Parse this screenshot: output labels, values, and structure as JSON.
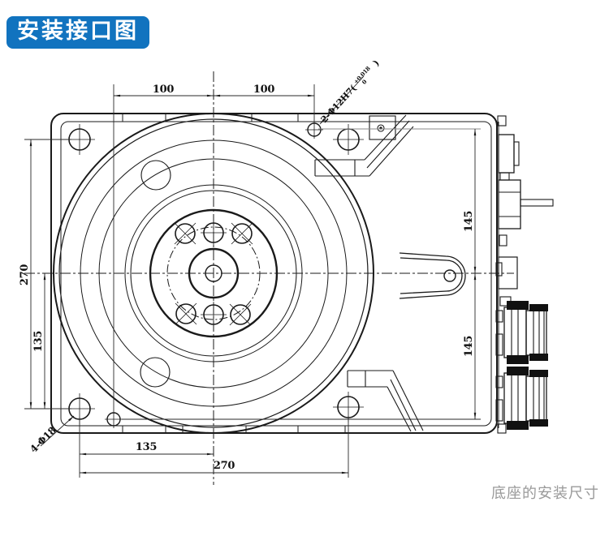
{
  "header": {
    "badge_label": "安装接口图"
  },
  "footer": {
    "caption": "底座的安装尺寸"
  },
  "colors": {
    "badge_bg": "#1173bf",
    "badge_text": "#ffffff",
    "drawing_line": "#1a1a1a",
    "caption_text": "#9a9a9a",
    "gray_extension_line": "#8a8a8a"
  },
  "drawing": {
    "dims": {
      "top_left": "100",
      "top_right": "100",
      "left_overall": "270",
      "left_lower_half": "135",
      "right_upper": "145",
      "right_lower": "145",
      "bottom_half": "135",
      "bottom_overall": "270"
    },
    "callouts": {
      "dowel": {
        "prefix": "2-Φ12H7(",
        "tol_upper": "+0.018",
        "tol_lower": "0",
        "suffix": ")"
      },
      "corner": "4-Φ18"
    }
  }
}
